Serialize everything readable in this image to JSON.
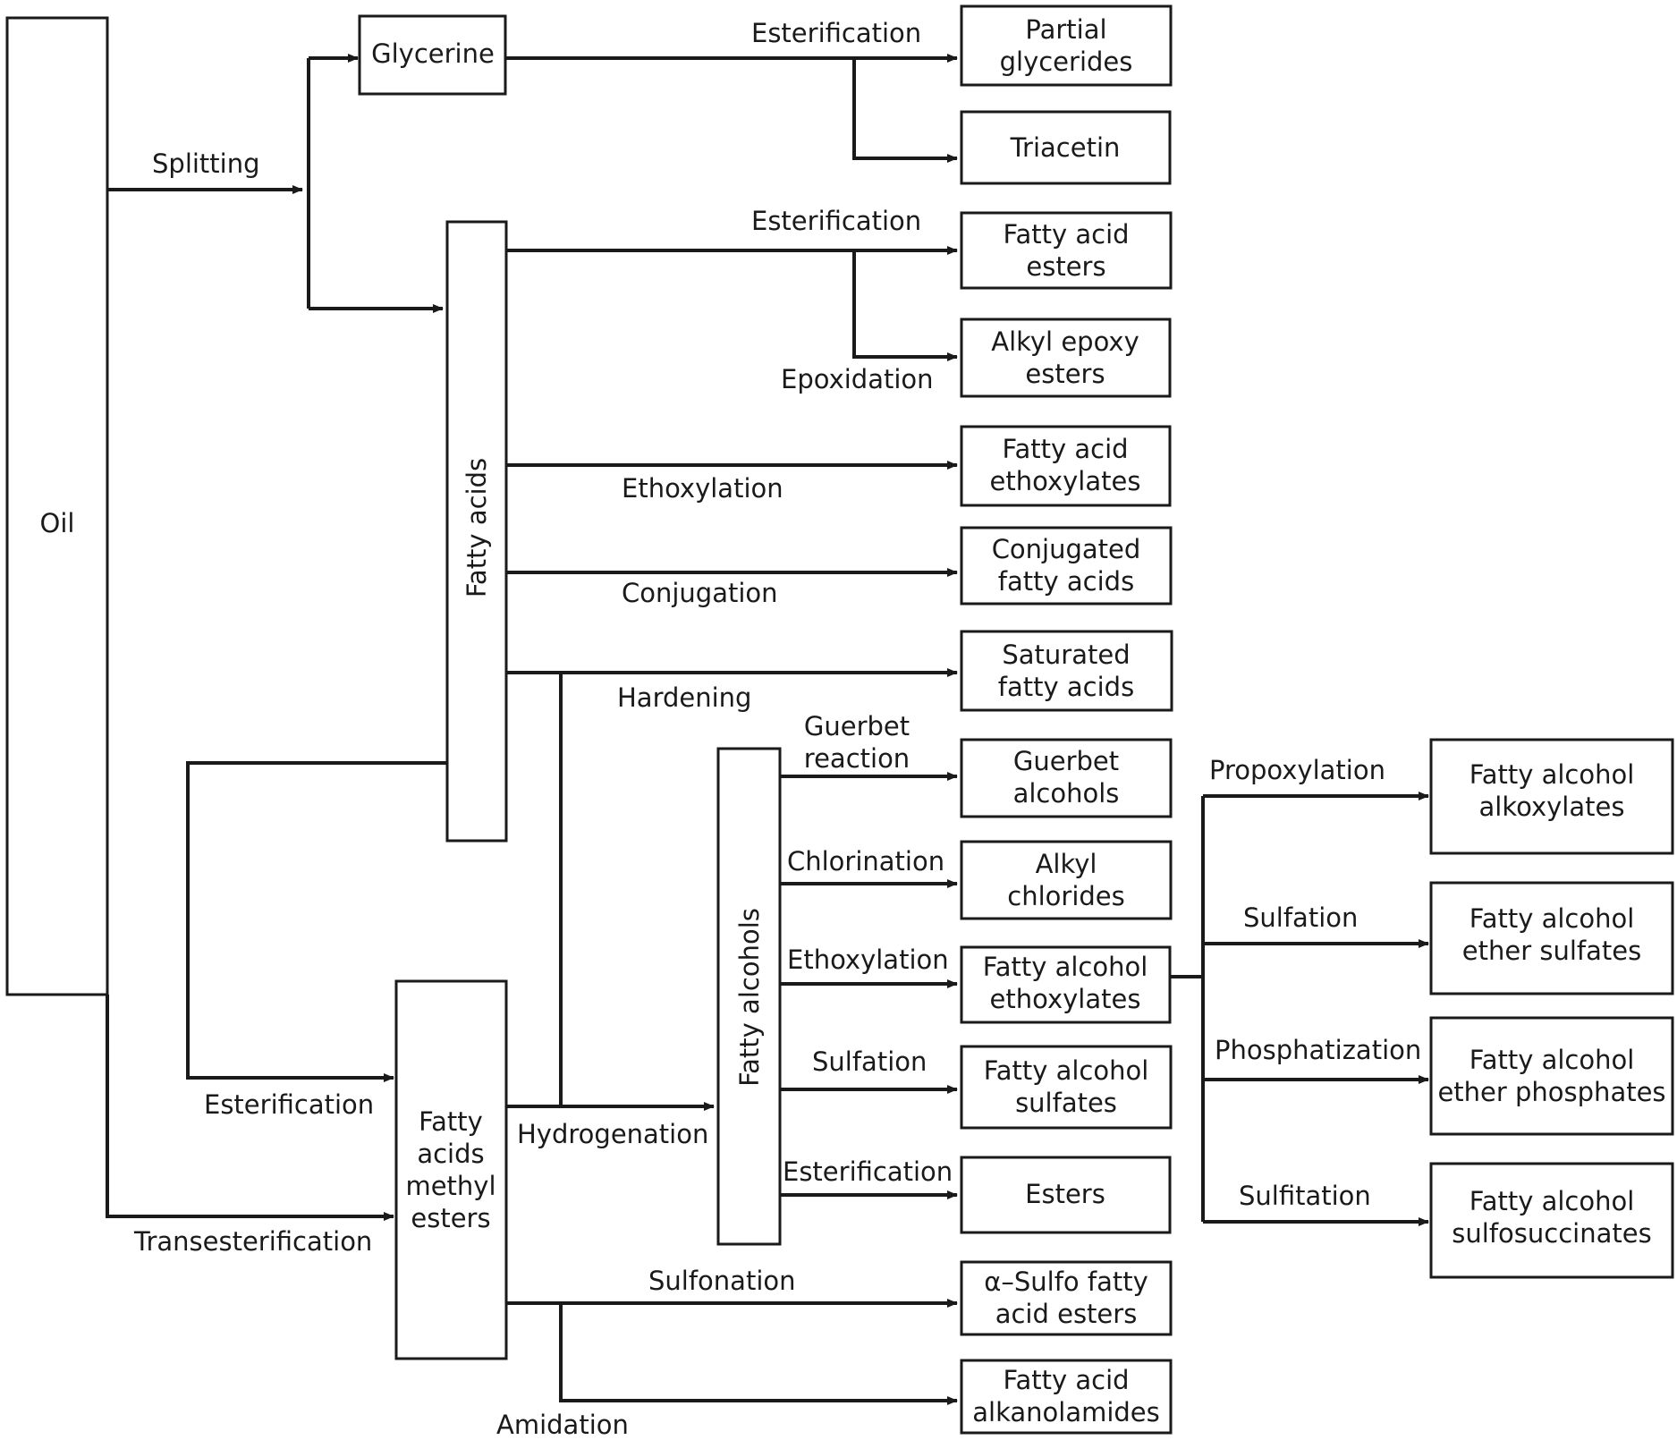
{
  "boxes": {
    "oil": "Oil",
    "glycerine": "Glycerine",
    "fatty_acids": "Fatty acids",
    "fatty_alcohols": "Fatty alcohols",
    "fame": [
      "Fatty",
      "acids",
      "methyl",
      "esters"
    ],
    "partial_glycerides": [
      "Partial",
      "glycerides"
    ],
    "triacetin": [
      "Triacetin"
    ],
    "fatty_acid_esters": [
      "Fatty acid",
      "esters"
    ],
    "alkyl_epoxy_esters": [
      "Alkyl epoxy",
      "esters"
    ],
    "fatty_acid_ethoxylates": [
      "Fatty acid",
      "ethoxylates"
    ],
    "conjugated_fatty_acids": [
      "Conjugated",
      "fatty acids"
    ],
    "saturated_fatty_acids": [
      "Saturated",
      "fatty acids"
    ],
    "guerbet_alcohols": [
      "Guerbet",
      "alcohols"
    ],
    "alkyl_chlorides": [
      "Alkyl",
      "chlorides"
    ],
    "fatty_alcohol_ethoxylates": [
      "Fatty alcohol",
      "ethoxylates"
    ],
    "fatty_alcohol_sulfates": [
      "Fatty alcohol",
      "sulfates"
    ],
    "esters": [
      "Esters"
    ],
    "alpha_sulfo_fatty_acid_esters": [
      "α–Sulfo fatty",
      "acid esters"
    ],
    "fatty_acid_alkanolamides": [
      "Fatty acid",
      "alkanolamides"
    ],
    "fatty_alcohol_alkoxylates": [
      "Fatty alcohol",
      "alkoxylates"
    ],
    "fatty_alcohol_ether_sulfates": [
      "Fatty alcohol",
      "ether sulfates"
    ],
    "fatty_alcohol_ether_phosphates": [
      "Fatty alcohol",
      "ether phosphates"
    ],
    "fatty_alcohol_sulfosuccinates": [
      "Fatty alcohol",
      "sulfosuccinates"
    ]
  },
  "labels": {
    "splitting": "Splitting",
    "esterification_glycerine": "Esterification",
    "esterification_fatty_acids": "Esterification",
    "epoxidation": "Epoxidation",
    "ethoxylation_fatty_acids": "Ethoxylation",
    "conjugation": "Conjugation",
    "hardening": "Hardening",
    "guerbet_reaction": [
      "Guerbet",
      "reaction"
    ],
    "chlorination": "Chlorination",
    "ethoxylation_fatty_alcohols": "Ethoxylation",
    "sulfation_fatty_alcohols": "Sulfation",
    "esterification_fatty_alcohols": "Esterification",
    "esterification_to_fame": "Esterification",
    "transesterification": "Transesterification",
    "hydrogenation": "Hydrogenation",
    "sulfonation": "Sulfonation",
    "amidation": "Amidation",
    "propoxylation": "Propoxylation",
    "sulfation_ethoxylates": "Sulfation",
    "phosphatization": "Phosphatization",
    "sulfitation": "Sulfitation"
  }
}
